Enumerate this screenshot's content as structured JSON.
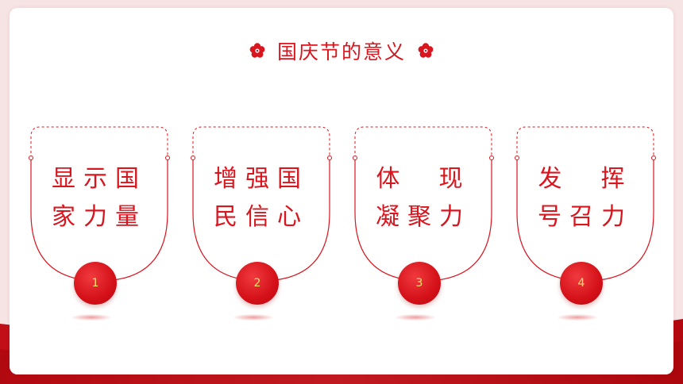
{
  "title": "国庆节的意义",
  "colors": {
    "accent": "#d9151e",
    "number_text": "#ffe36a",
    "background": "#f6e4e4"
  },
  "cards": [
    {
      "lines": [
        "显示国",
        "家力量"
      ],
      "number": "1"
    },
    {
      "lines": [
        "增强国",
        "民信心"
      ],
      "number": "2"
    },
    {
      "lines": [
        "体  现",
        "凝聚力"
      ],
      "number": "3"
    },
    {
      "lines": [
        "发  挥",
        "号召力"
      ],
      "number": "4"
    }
  ]
}
